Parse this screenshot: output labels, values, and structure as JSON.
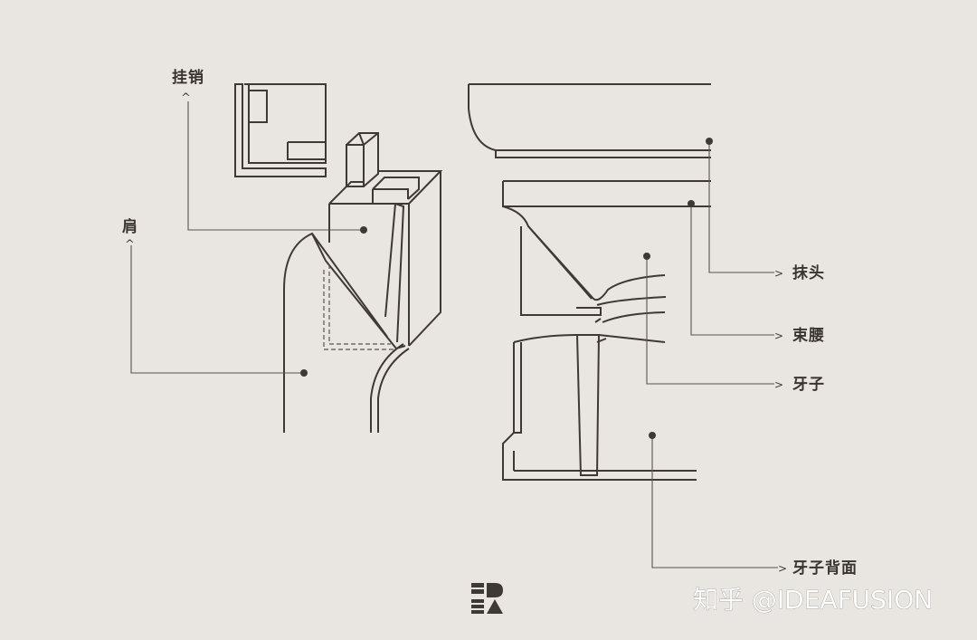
{
  "labels": {
    "guaxiao": "挂销",
    "jian": "肩",
    "motou": "抹头",
    "shuyao": "束腰",
    "yazi": "牙子",
    "yazi_beimian": "牙子背面"
  },
  "arrow_glyph": "^",
  "arrow_right_glyph": ">",
  "watermark": "知乎 @IDEAFUSION",
  "colors": {
    "background": "#e9e5e0",
    "line": "#3f3936",
    "leader": "#5b5450"
  }
}
